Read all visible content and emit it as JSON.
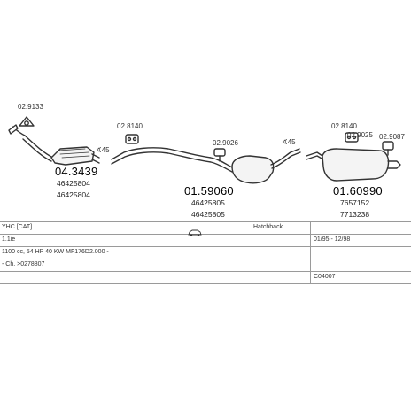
{
  "parts": {
    "p1": {
      "code": "04.3439",
      "refs": [
        "46425804",
        "46425804"
      ],
      "clamp": "02.9133",
      "angle": "45"
    },
    "p2": {
      "code": "01.59060",
      "refs": [
        "46425805",
        "46425805"
      ],
      "hanger_a": "02.8140",
      "hanger_b": "02.9026",
      "angle": "45"
    },
    "p3": {
      "code": "01.60990",
      "refs": [
        "7657152",
        "7713238"
      ],
      "hanger_a": "02.8140",
      "hanger_b": "02.9025",
      "hanger_c": "02.9087"
    }
  },
  "table": {
    "model": "YHC [CAT]",
    "body_type": "Hatchback",
    "engine_prefix": "1.1ie",
    "engine_detail": "1100 cc, 54 HP 40 KW MF176D2.000 -",
    "chassis": "- Ch. >0278807",
    "period": "01/95 - 12/98",
    "kit_code": "C04007"
  }
}
